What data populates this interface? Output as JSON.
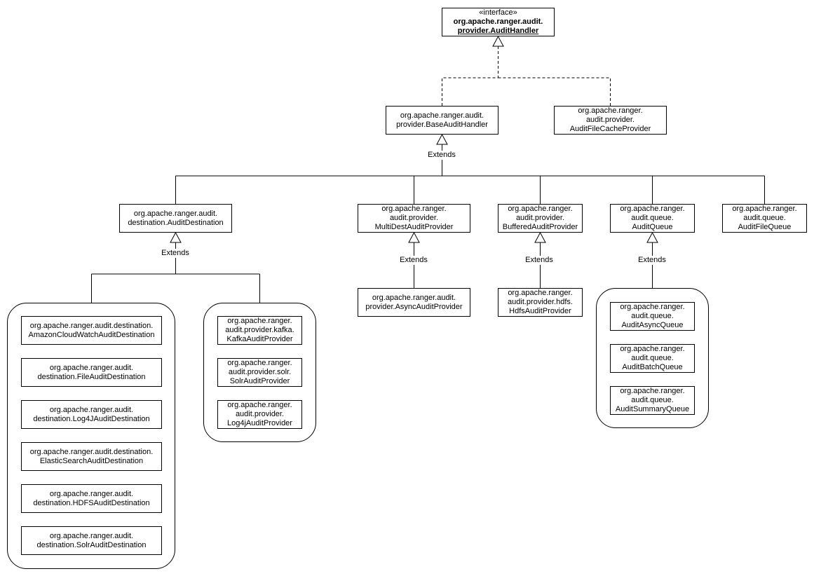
{
  "stereotype": "«interface»",
  "interface_name": [
    "org.apache.ranger.audit.",
    "provider.AuditHandler"
  ],
  "extends_label": "Extends",
  "classes": {
    "base_audit_handler": [
      "org.apache.ranger.audit.",
      "provider.BaseAuditHandler"
    ],
    "audit_file_cache_provider": [
      "org.apache.ranger.",
      "audit.provider.",
      "AuditFileCacheProvider"
    ],
    "audit_destination": [
      "org.apache.ranger.audit.",
      "destination.AuditDestination"
    ],
    "multi_dest_audit_provider": [
      "org.apache.ranger.",
      "audit.provider.",
      "MultiDestAuditProvider"
    ],
    "buffered_audit_provider": [
      "org.apache.ranger.",
      "audit.provider.",
      "BufferedAuditProvider"
    ],
    "audit_queue": [
      "org.apache.ranger.",
      "audit.queue.",
      "AuditQueue"
    ],
    "audit_file_queue": [
      "org.apache.ranger.",
      "audit.queue.",
      "AuditFileQueue"
    ],
    "async_audit_provider": [
      "org.apache.ranger.audit.",
      "provider.AsyncAuditProvider"
    ],
    "hdfs_audit_provider": [
      "org.apache.ranger.",
      "audit.provider.hdfs.",
      "HdfsAuditProvider"
    ]
  },
  "destinations_group": [
    [
      "org.apache.ranger.audit.destination.",
      "AmazonCloudWatchAuditDestination"
    ],
    [
      "org.apache.ranger.audit.",
      "destination.FileAuditDestination"
    ],
    [
      "org.apache.ranger.audit.",
      "destination.Log4JAuditDestination"
    ],
    [
      "org.apache.ranger.audit.destination.",
      "ElasticSearchAuditDestination"
    ],
    [
      "org.apache.ranger.audit.",
      "destination.HDFSAuditDestination"
    ],
    [
      "org.apache.ranger.audit.",
      "destination.SolrAuditDestination"
    ]
  ],
  "providers_group": [
    [
      "org.apache.ranger.",
      "audit.provider.kafka.",
      "KafkaAuditProvider"
    ],
    [
      "org.apache.ranger.",
      "audit.provider.solr.",
      "SolrAuditProvider"
    ],
    [
      "org.apache.ranger.",
      "audit.provider.",
      "Log4jAuditProvider"
    ]
  ],
  "queues_group": [
    [
      "org.apache.ranger.",
      "audit.queue.",
      "AuditAsyncQueue"
    ],
    [
      "org.apache.ranger.",
      "audit.queue.",
      "AuditBatchQueue"
    ],
    [
      "org.apache.ranger.",
      "audit.queue.",
      "AuditSummaryQueue"
    ]
  ]
}
